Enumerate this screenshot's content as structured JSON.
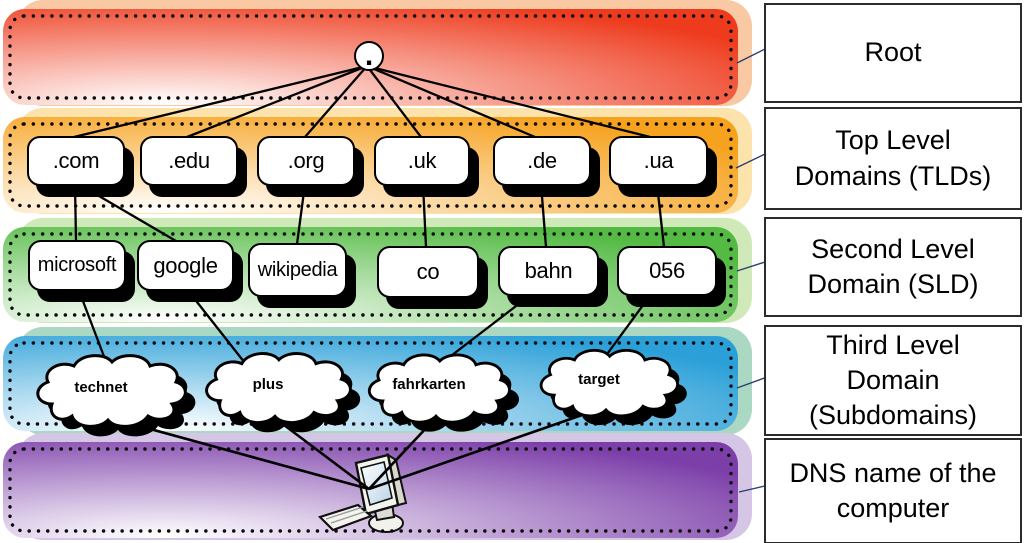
{
  "diagram": {
    "root_label": ".",
    "tlds": [
      ".com",
      ".edu",
      ".org",
      ".uk",
      ".de",
      ".ua"
    ],
    "slds": [
      "microsoft",
      "google",
      "wikipedia",
      "co",
      "bahn",
      "056"
    ],
    "subdomains": [
      "technet",
      "plus",
      "fahrkarten",
      "target"
    ],
    "levels": [
      {
        "name": "root",
        "label": "Root",
        "band_color": "#ee3b1d",
        "band_shadow_color": "#f8c9a2"
      },
      {
        "name": "top-level-domains",
        "label": "Top Level\nDomains (TLDs)",
        "band_color": "#f6a21f",
        "band_shadow_color": "#fbe3ab"
      },
      {
        "name": "second-level-domain",
        "label": "Second Level\nDomain (SLD)",
        "band_color": "#53ba43",
        "band_shadow_color": "#cfe9b9"
      },
      {
        "name": "third-level-domain",
        "label": "Third Level\nDomain\n(Subdomains)",
        "band_color": "#2ba0d8",
        "band_shadow_color": "#abd8c2"
      },
      {
        "name": "dns-computer",
        "label": "DNS name of the\ncomputer",
        "band_color": "#7c3fa9",
        "band_shadow_color": "#d5c6e6"
      }
    ],
    "edge_color": "#000000",
    "label_connector_color": "#2c3e6e"
  }
}
